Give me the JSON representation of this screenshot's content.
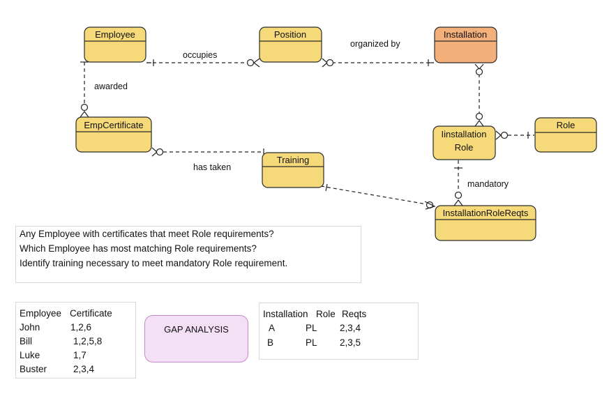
{
  "entities": {
    "employee": "Employee",
    "position": "Position",
    "installation": "Installation",
    "empcertificate": "EmpCertificate",
    "training": "Training",
    "installation_role_line1": "Iinstallation",
    "installation_role_line2": "Role",
    "role": "Role",
    "installation_role_reqts": "InstallationRoleReqts"
  },
  "relationships": {
    "occupies": "occupies",
    "organized_by": "organized by",
    "awarded": "awarded",
    "has_taken": "has taken",
    "mandatory": "mandatory"
  },
  "colors": {
    "entity_fill": "#f6d978",
    "entity_border": "#2b2b2b",
    "installation_fill": "#f4b07a",
    "gap_fill": "#f4e0f5",
    "gap_border": "#c48ac8"
  },
  "questions": [
    "Any Employee with certificates that meet Role requirements?",
    "Which Employee has most matching Role requirements?",
    "Identify training necessary to meet mandatory Role requirement."
  ],
  "employee_table": {
    "header_employee": "Employee",
    "header_certificate": "Certificate",
    "rows": [
      {
        "employee": "John",
        "certificate": "1,2,6"
      },
      {
        "employee": "Bill",
        "certificate": "1,2,5,8"
      },
      {
        "employee": "Luke",
        "certificate": "1,7"
      },
      {
        "employee": "Buster",
        "certificate": "2,3,4"
      }
    ]
  },
  "installation_table": {
    "header_installation": "Installation",
    "header_role": "Role",
    "header_reqts": "Reqts",
    "rows": [
      {
        "installation": "A",
        "role": "PL",
        "reqts": "2,3,4"
      },
      {
        "installation": "B",
        "role": "PL",
        "reqts": "2,3,5"
      }
    ]
  },
  "gap_analysis": "GAP  ANALYSIS"
}
